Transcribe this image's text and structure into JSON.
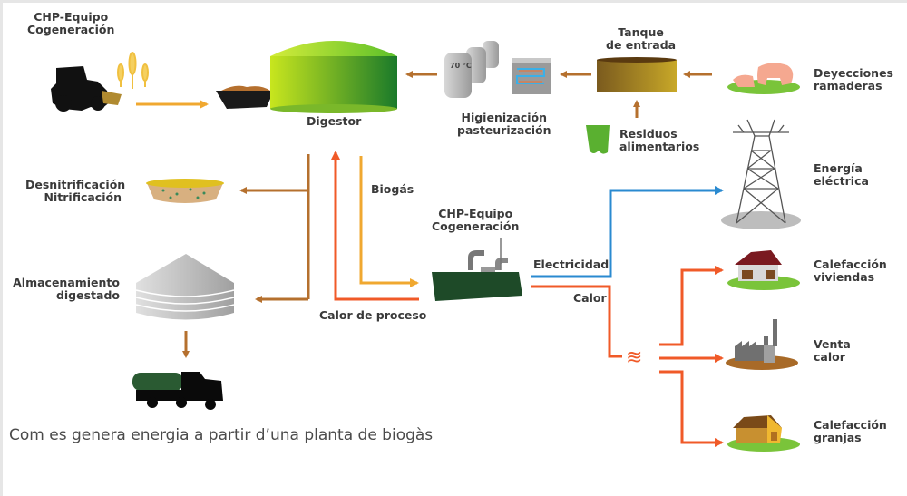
{
  "title": "Com es genera energia a partir d’una planta de biogàs",
  "colors": {
    "digestate_arrow": "#b5702e",
    "feed_arrow": "#f0a830",
    "heat_arrow": "#f05a28",
    "electric_arrow": "#2a8ad0",
    "digester_light": "#c8e61e",
    "digester_dark": "#1a7a2a",
    "chp_unit": "#1e4a28",
    "text": "#3a3a3a"
  },
  "nodes": {
    "chp_top": {
      "line1": "CHP-Equipo",
      "line2": "Cogeneración",
      "icon": "tractor-icon"
    },
    "digester": {
      "label": "Digestor",
      "icon": "digester-tank-icon"
    },
    "hygienization": {
      "line1": "Higienización",
      "line2": "pasteurización",
      "temp": "70 °C",
      "icon": "pasteurizer-icon"
    },
    "inlet_tank": {
      "line1": "Tanque",
      "line2": "de entrada",
      "icon": "inlet-tank-icon"
    },
    "livestock": {
      "line1": "Deyecciones",
      "line2": "ramaderas",
      "icon": "pigs-icon"
    },
    "food_waste": {
      "line1": "Residuos",
      "line2": "alimentarios",
      "icon": "food-waste-bin-icon"
    },
    "nitrification": {
      "line1": "Desnitrificación",
      "line2": "Nitrificación",
      "icon": "nitrification-basin-icon"
    },
    "storage": {
      "line1": "Almacenamiento",
      "line2": "digestado",
      "icon": "storage-silo-icon"
    },
    "truck": {
      "icon": "tanker-truck-icon"
    },
    "chp_mid": {
      "line1": "CHP-Equipo",
      "line2": "Cogeneración",
      "icon": "chp-engine-icon"
    },
    "power": {
      "line1": "Energía",
      "line2": "eléctrica",
      "icon": "power-pylon-icon"
    },
    "homes": {
      "line1": "Calefacción",
      "line2": "viviendas",
      "icon": "house-icon"
    },
    "heat_sale": {
      "line1": "Venta",
      "line2": "calor",
      "icon": "factory-icon"
    },
    "farms": {
      "line1": "Calefacción",
      "line2": "granjas",
      "icon": "barn-icon"
    }
  },
  "flows": {
    "biogas": "Biogás",
    "process_heat": "Calor de proceso",
    "electricity": "Electricidad",
    "heat": "Calor",
    "heat_symbol": "≋"
  }
}
